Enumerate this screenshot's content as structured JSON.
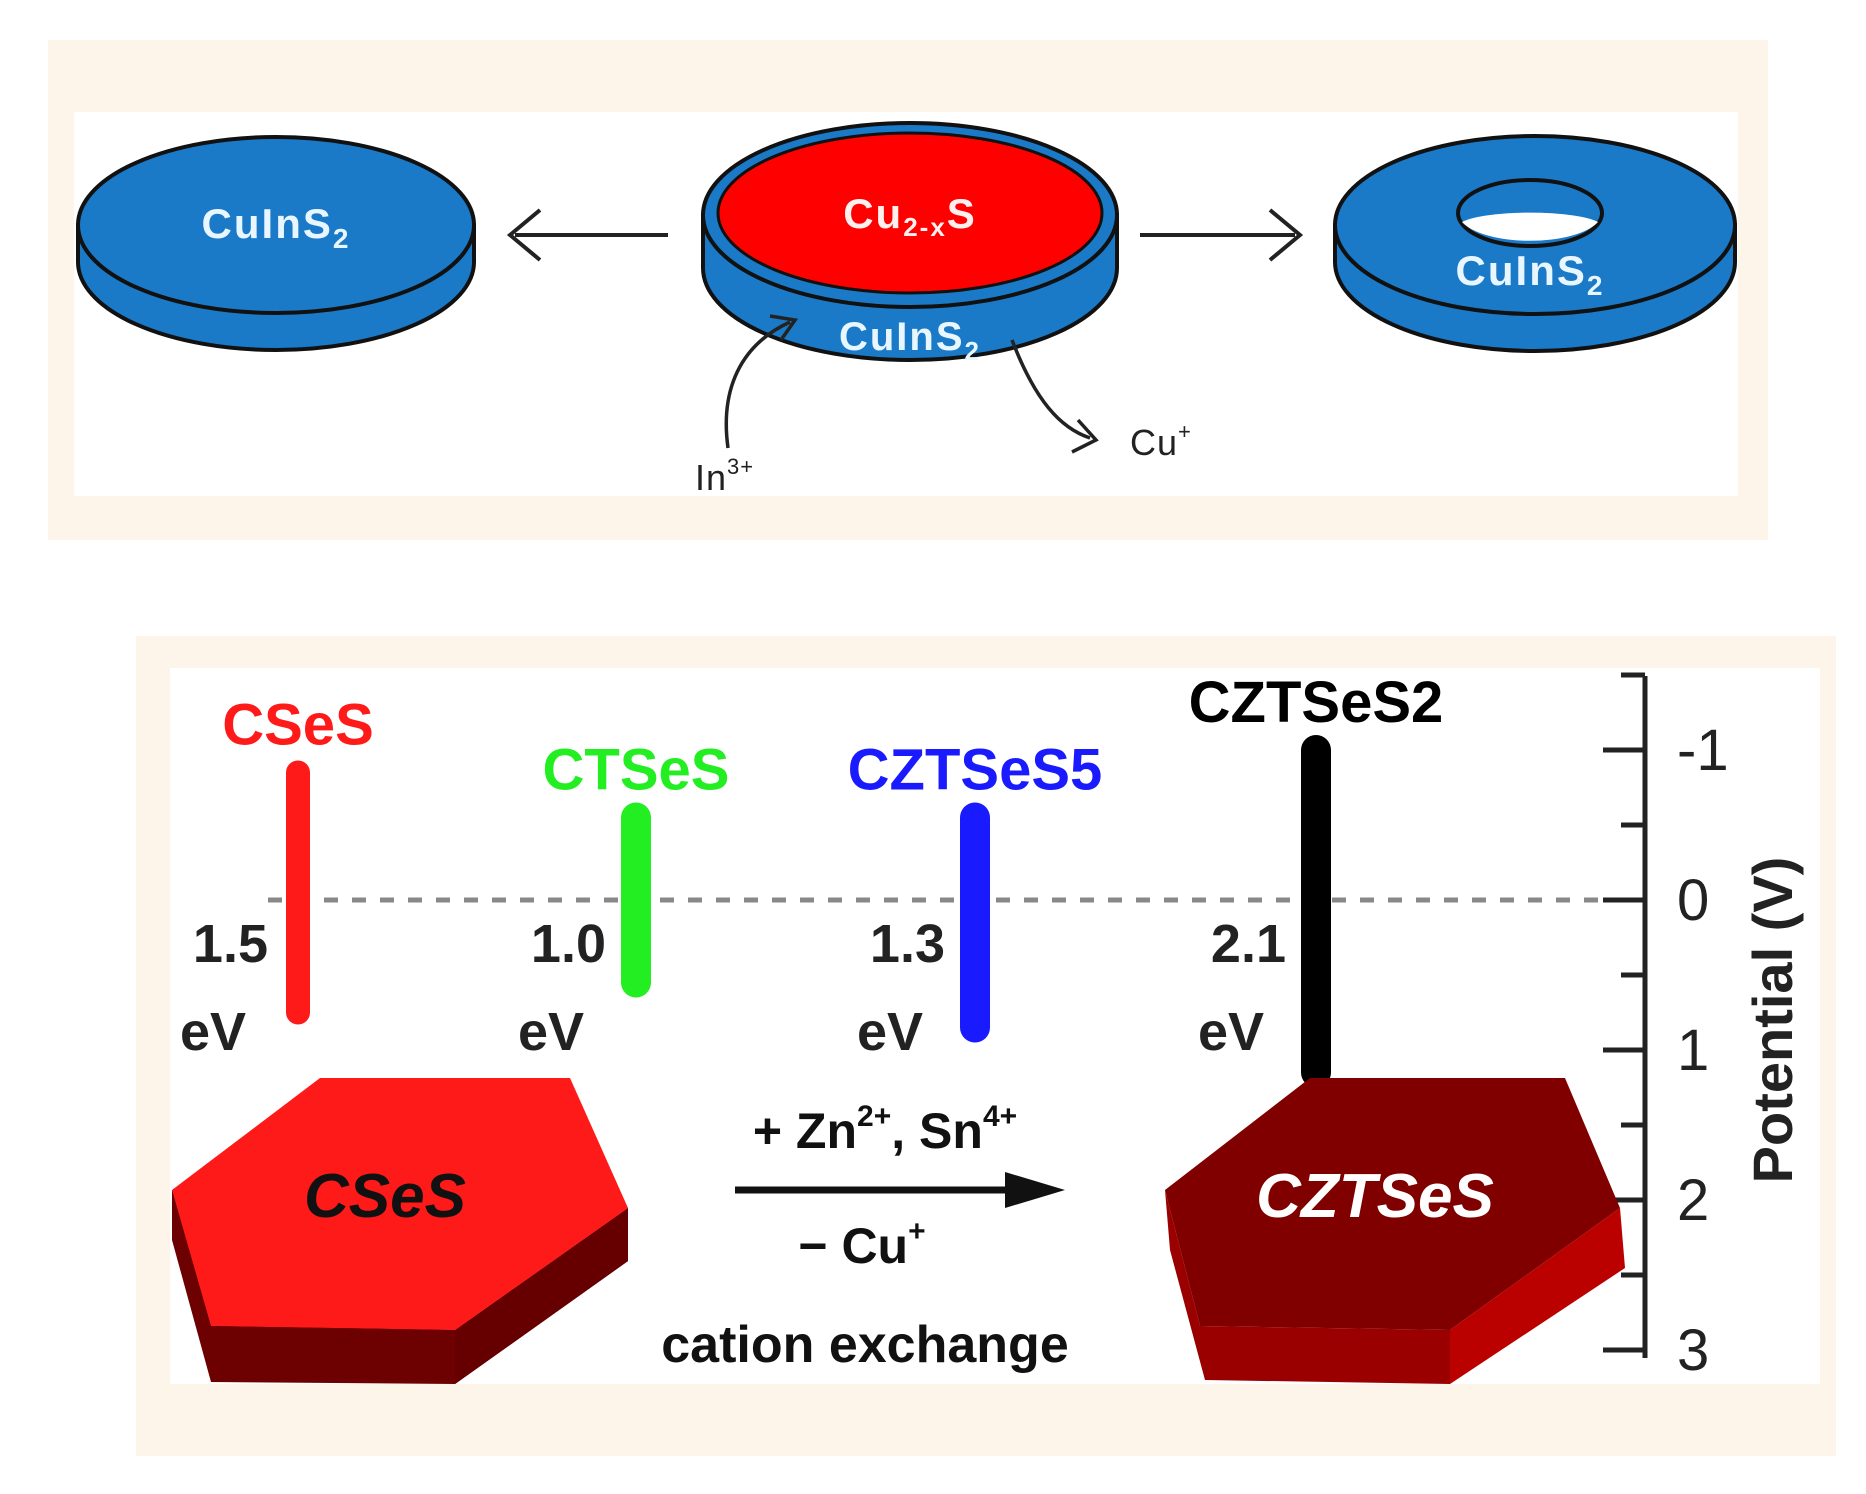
{
  "top_panel": {
    "left_disk": {
      "label": "CuInS",
      "sub": "2"
    },
    "center_disk": {
      "core_label": "Cu",
      "core_sub": "2-x",
      "core_suffix": "S",
      "shell_label": "CuInS",
      "shell_sub": "2"
    },
    "right_disk": {
      "label": "CuInS",
      "sub": "2"
    },
    "ion_in": {
      "base": "In",
      "sup": "3+"
    },
    "ion_out": {
      "base": "Cu",
      "sup": "+"
    }
  },
  "bottom_panel": {
    "potential_axis": {
      "label": "Potential (V)",
      "ticks": [
        "-1",
        "0",
        "1",
        "2",
        "3"
      ],
      "range": [
        -1.5,
        3
      ]
    },
    "band_bars": [
      {
        "name": "CSeS",
        "gap": "1.5",
        "unit": "eV",
        "color": "#ff1a1a",
        "top_v": -0.85,
        "bottom_v": 0.75
      },
      {
        "name": "CTSeS",
        "gap": "1.0",
        "unit": "eV",
        "color": "#22ee22",
        "top_v": -0.55,
        "bottom_v": 0.55
      },
      {
        "name": "CZTSeS5",
        "gap": "1.3",
        "unit": "eV",
        "color": "#1a1aff",
        "top_v": -0.55,
        "bottom_v": 0.85
      },
      {
        "name": "CZTSeS2",
        "gap": "2.1",
        "unit": "eV",
        "color": "#000000",
        "top_v": -1.0,
        "bottom_v": 1.15
      }
    ],
    "reaction": {
      "reactant": "CSeS",
      "product": "CZTSeS",
      "added": "+ Zn",
      "added_sup1": "2+",
      "added_mid": ", Sn",
      "added_sup2": "4+",
      "removed": "− Cu",
      "removed_sup": "+",
      "caption": "cation exchange"
    }
  }
}
